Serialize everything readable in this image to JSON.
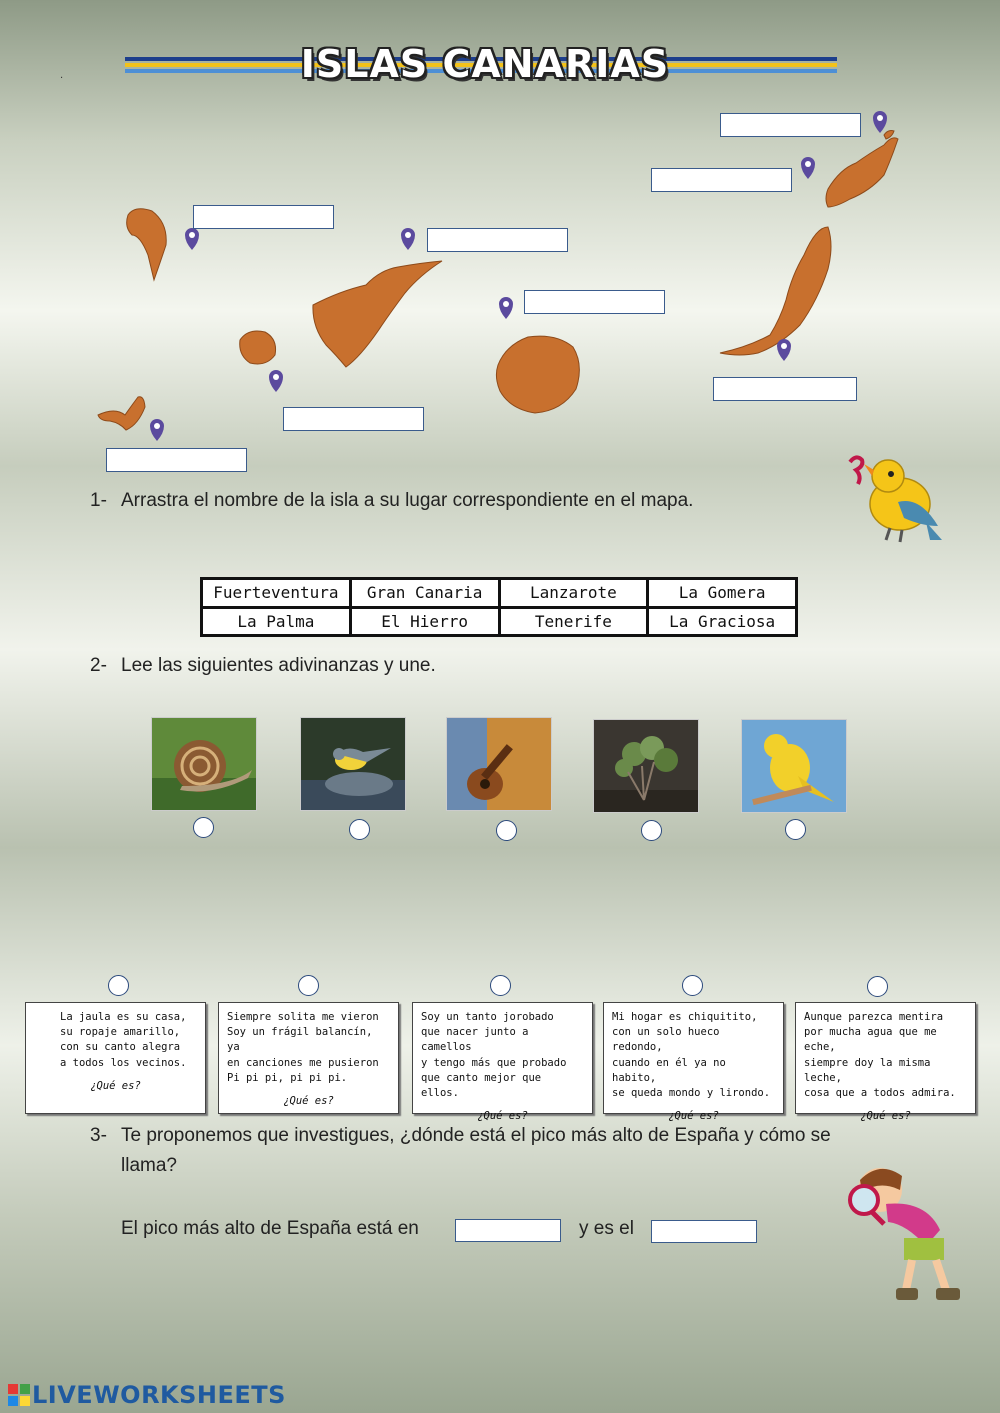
{
  "title": "ISLAS CANARIAS",
  "dot": ".",
  "section1": {
    "number": "1-",
    "text": "Arrastra el nombre de la isla a su lugar correspondiente en el mapa."
  },
  "island_names": [
    "Fuerteventura",
    "Gran Canaria",
    "Lanzarote",
    "La Gomera",
    "La Palma",
    "El Hierro",
    "Tenerife",
    "La Graciosa"
  ],
  "section2": {
    "number": "2-",
    "text": "Lee las siguientes adivinanzas y une."
  },
  "pictures": [
    "snail-photo",
    "wagtail-bird-photo",
    "timple-guitar-photo",
    "tabaiba-plant-photo",
    "canary-bird-photo"
  ],
  "riddles": [
    {
      "lines": "La jaula es su casa,\nsu ropaje amarillo,\ncon su canto alegra\na todos los vecinos.",
      "question": "¿Qué es?"
    },
    {
      "lines": "Siempre solita me vieron\nSoy un frágil balancín, ya\nen canciones me pusieron\nPi pi pi, pi pi pi.",
      "question": "¿Qué es?"
    },
    {
      "lines": "Soy un tanto jorobado\nque nacer junto a camellos\ny tengo más que probado\nque canto mejor que ellos.",
      "question": "¿Qué es?"
    },
    {
      "lines": "Mi hogar es chiquitito,\ncon un solo hueco redondo,\ncuando en él ya no habito,\nse queda mondo y lirondo.",
      "question": "¿Qué es?"
    },
    {
      "lines": "Aunque parezca mentira\npor mucha agua que me eche,\nsiempre doy la misma leche,\ncosa que a todos admira.",
      "question": "¿Qué es?"
    }
  ],
  "section3": {
    "number": "3-",
    "text_line1": "Te proponemos que investigues, ¿dónde está el pico más alto de España y cómo se",
    "text_line2": "llama?",
    "answer_prefix": "El pico más alto de España está en",
    "answer_middle": "y es el"
  },
  "footer": {
    "brand": "LIVEWORKSHEETS"
  },
  "colors": {
    "island": "#c8702e",
    "pin": "#5b4a9e",
    "box_border": "#3a5b8c",
    "stripe_blue": "#1d3e8c",
    "stripe_yellow": "#f3c21a",
    "brand": "#1f5aa0"
  }
}
